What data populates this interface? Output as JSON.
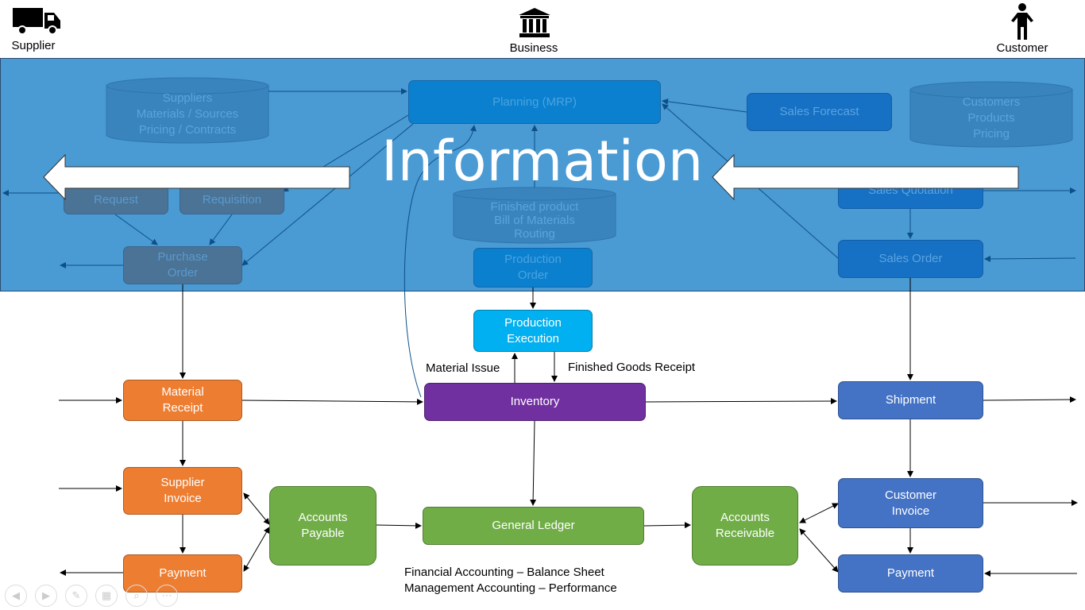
{
  "header": {
    "supplier": "Supplier",
    "business": "Business",
    "customer": "Customer",
    "icons": {
      "supplier": "truck-icon",
      "business": "bank-icon",
      "customer": "person-icon"
    }
  },
  "information_layer": {
    "title": "Information",
    "suppliers_db": "Suppliers\nMaterials / Sources\nPricing / Contracts",
    "planning": "Planning (MRP)",
    "sales_forecast": "Sales Forecast",
    "customers_db": "Customers\nProducts\nPricing",
    "request": "Request",
    "requisition": "Requisition",
    "product_db": "Finished product\nBill of Materials\nRouting",
    "sales_quotation": "Sales Quotation",
    "purchase_order": "Purchase\nOrder",
    "production_order": "Production\nOrder",
    "sales_order": "Sales Order"
  },
  "process": {
    "material_receipt": "Material\nReceipt",
    "supplier_invoice": "Supplier\nInvoice",
    "payment_left": "Payment",
    "accounts_payable": "Accounts\nPayable",
    "general_ledger": "General Ledger",
    "accounts_receivable": "Accounts\nReceivable",
    "inventory": "Inventory",
    "production_execution": "Production\nExecution",
    "shipment": "Shipment",
    "customer_invoice": "Customer\nInvoice",
    "payment_right": "Payment",
    "material_issue": "Material Issue",
    "finished_goods_receipt": "Finished Goods Receipt",
    "note_line1": "Financial Accounting – Balance Sheet",
    "note_line2": "Management Accounting – Performance"
  },
  "colors": {
    "supplier_side": "#ed7d31",
    "finance": "#70ad47",
    "inventory": "#7030a0",
    "production": "#00b0f0",
    "customer_side": "#4472c4",
    "info_layer": "#4a9ad3"
  },
  "toolbar": [
    "previous-icon",
    "next-icon",
    "pen-icon",
    "slides-icon",
    "zoom-icon",
    "more-icon"
  ]
}
